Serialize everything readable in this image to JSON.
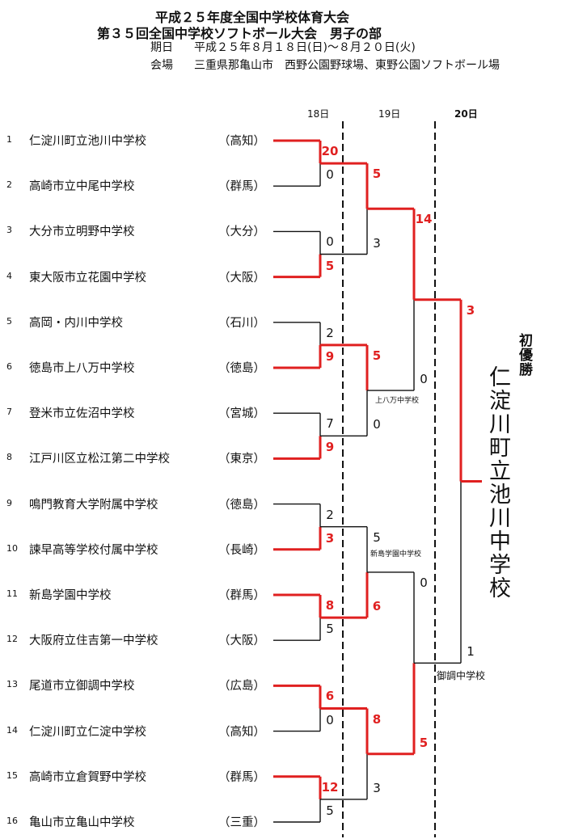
{
  "header": {
    "title1": "平成２５年度全国中学校体育大会",
    "title2": "第３５回全国中学校ソフトボール大会　男子の部",
    "date_label": "期日",
    "date_value": "平成２５年８月１８日(日)～８月２０日(火)",
    "venue_label": "会場",
    "venue_value": "三重県那亀山市　西野公園野球場、東野公園ソフトボール場"
  },
  "days": [
    "18日",
    "19日",
    "20日"
  ],
  "teams": [
    {
      "num": "1",
      "name": "仁淀川町立池川中学校",
      "pref": "（高知）"
    },
    {
      "num": "2",
      "name": "高崎市立中尾中学校",
      "pref": "（群馬）"
    },
    {
      "num": "3",
      "name": "大分市立明野中学校",
      "pref": "（大分）"
    },
    {
      "num": "4",
      "name": "東大阪市立花園中学校",
      "pref": "（大阪）"
    },
    {
      "num": "5",
      "name": "高岡・内川中学校",
      "pref": "（石川）"
    },
    {
      "num": "6",
      "name": "徳島市上八万中学校",
      "pref": "（徳島）"
    },
    {
      "num": "7",
      "name": "登米市立佐沼中学校",
      "pref": "（宮城）"
    },
    {
      "num": "8",
      "name": "江戸川区立松江第二中学校",
      "pref": "（東京）"
    },
    {
      "num": "9",
      "name": "鳴門教育大学附属中学校",
      "pref": "（徳島）"
    },
    {
      "num": "10",
      "name": "諫早高等学校付属中学校",
      "pref": "（長崎）"
    },
    {
      "num": "11",
      "name": "新島学園中学校",
      "pref": "（群馬）"
    },
    {
      "num": "12",
      "name": "大阪府立住吉第一中学校",
      "pref": "（大阪）"
    },
    {
      "num": "13",
      "name": "尾道市立御調中学校",
      "pref": "（広島）"
    },
    {
      "num": "14",
      "name": "仁淀川町立仁淀中学校",
      "pref": "（高知）"
    },
    {
      "num": "15",
      "name": "高崎市立倉賀野中学校",
      "pref": "（群馬）"
    },
    {
      "num": "16",
      "name": "亀山市立亀山中学校",
      "pref": "（三重）"
    }
  ],
  "round1_scores": [
    {
      "top": "20",
      "bottom": "0",
      "winner": "top"
    },
    {
      "top": "0",
      "bottom": "5",
      "winner": "bottom"
    },
    {
      "top": "2",
      "bottom": "9",
      "winner": "bottom"
    },
    {
      "top": "7",
      "bottom": "9",
      "winner": "bottom"
    },
    {
      "top": "2",
      "bottom": "3",
      "winner": "bottom"
    },
    {
      "top": "8",
      "bottom": "5",
      "winner": "top"
    },
    {
      "top": "6",
      "bottom": "0",
      "winner": "top"
    },
    {
      "top": "12",
      "bottom": "5",
      "winner": "top"
    }
  ],
  "round2_scores": [
    {
      "top": "5",
      "bottom": "3",
      "winner": "top"
    },
    {
      "top": "5",
      "bottom": "0",
      "winner": "top"
    },
    {
      "top": "5",
      "bottom": "6",
      "winner": "bottom"
    },
    {
      "top": "8",
      "bottom": "3",
      "winner": "top"
    }
  ],
  "round3_scores": [
    {
      "top": "14",
      "bottom": "0",
      "winner": "top"
    },
    {
      "top": "0",
      "bottom": "5",
      "winner": "bottom"
    }
  ],
  "final_scores": {
    "top": "3",
    "bottom": "1",
    "winner": "top"
  },
  "notes": [
    "上八万中学校",
    "新島学園中学校",
    "御調中学校"
  ],
  "champion_label": "初優勝",
  "champion_name": "仁淀川町立池川中学校",
  "colors": {
    "win": "#e02020",
    "line": "#111111"
  }
}
